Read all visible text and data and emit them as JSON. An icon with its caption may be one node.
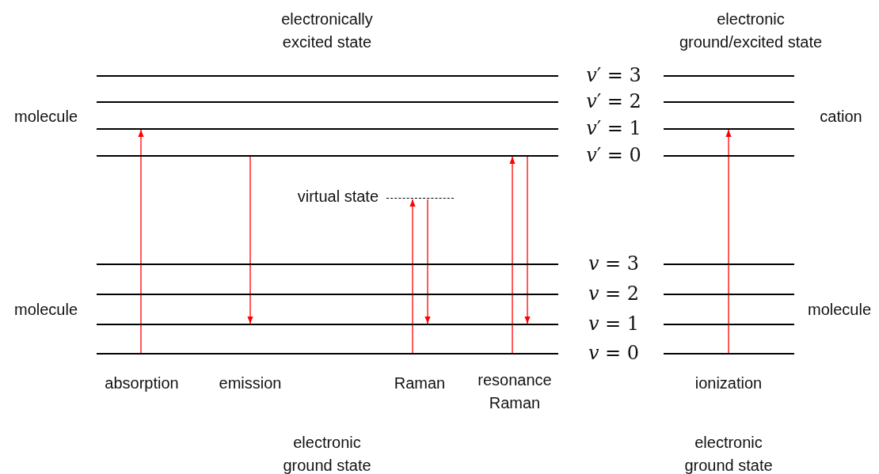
{
  "diagram": {
    "nodes": [
      {
        "text": [],
        "shape": "bar"
      },
      {
        "text": [],
        "shape": "bar"
      },
      {
        "text": [],
        "shape": "bar"
      },
      {
        "text": [],
        "shape": "bar"
      },
      {
        "text": [],
        "shape": "bar"
      },
      {
        "text": [],
        "shape": "bar"
      },
      {
        "text": [],
        "shape": "bar"
      },
      {
        "text": [],
        "shape": "bar"
      },
      {
        "text": [],
        "shape": "bar",
        "beside": [
          "virtual state"
        ]
      },
      {
        "text": [],
        "shape": "bar"
      },
      {
        "text": [],
        "shape": "bar"
      },
      {
        "text": [],
        "shape": "bar"
      },
      {
        "text": [],
        "shape": "bar"
      },
      {
        "text": [],
        "shape": "bar"
      },
      {
        "text": [],
        "shape": "bar"
      },
      {
        "text": [],
        "shape": "bar"
      },
      {
        "text": [],
        "shape": "bar"
      }
    ],
    "edges": [
      {
        "from": 15,
        "to": 4,
        "arrow": "to"
      },
      {
        "from": 6,
        "to": 13,
        "arrow": "to"
      },
      {
        "from": 15,
        "to": 8,
        "arrow": "to"
      },
      {
        "from": 8,
        "to": 13,
        "arrow": "to"
      },
      {
        "from": 15,
        "to": 6,
        "arrow": "to"
      },
      {
        "from": 6,
        "to": 13,
        "arrow": "to"
      },
      {
        "from": 16,
        "to": 5,
        "arrow": "to"
      }
    ],
    "labels": [
      "electronically excited state",
      "electronic ground/excited state",
      "*v*′ = 3",
      "*v*′ = 2",
      "molecule",
      "*v*′ = 1",
      "cation",
      "*v*′ = 0",
      "*v* = 3",
      "*v* = 2",
      "molecule",
      "molecule",
      "*v* = 1",
      "*v* = 0",
      "absorption",
      "emission",
      "Raman",
      "resonance Raman",
      "ionization",
      "electronic ground state",
      "electronic ground state"
    ]
  }
}
